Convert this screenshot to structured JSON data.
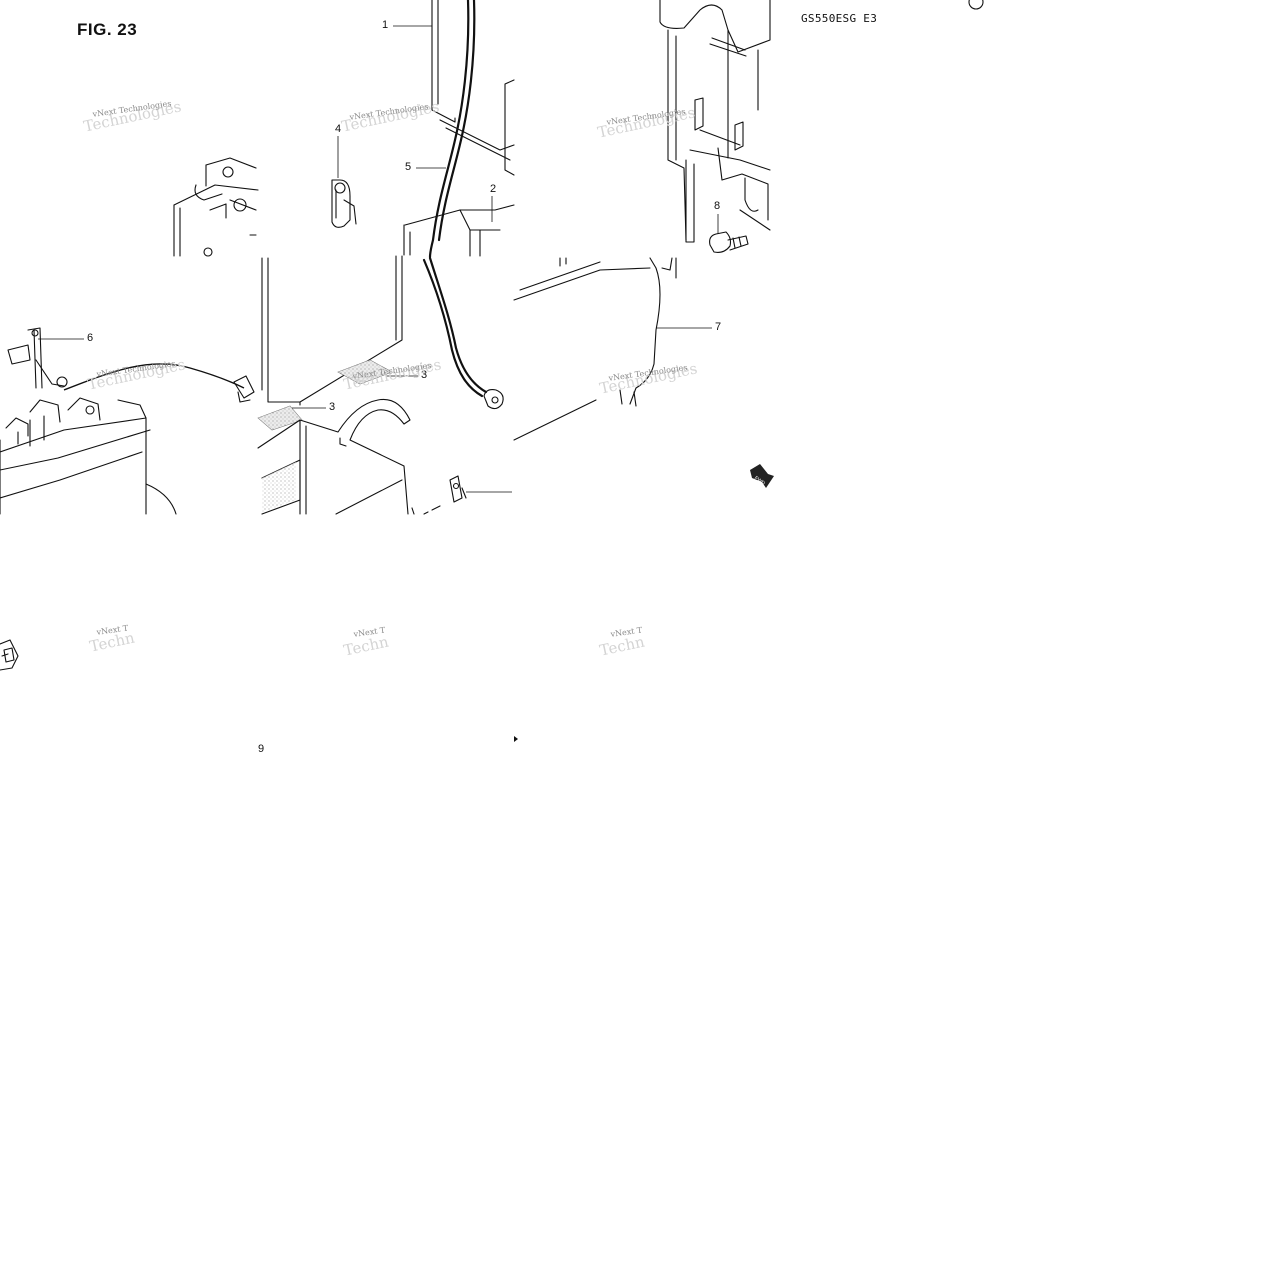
{
  "figure": {
    "title": "FIG. 23",
    "model_code": "GS550ESG  E3"
  },
  "watermark": {
    "text": "vNext Technologies",
    "ghost": "Technologies",
    "cut_text": "vNext T",
    "cut_ghost": "Techn"
  },
  "callouts": [
    "1",
    "2",
    "3",
    "3",
    "4",
    "5",
    "6",
    "7",
    "8",
    "9"
  ],
  "fwd_label": "FWD"
}
